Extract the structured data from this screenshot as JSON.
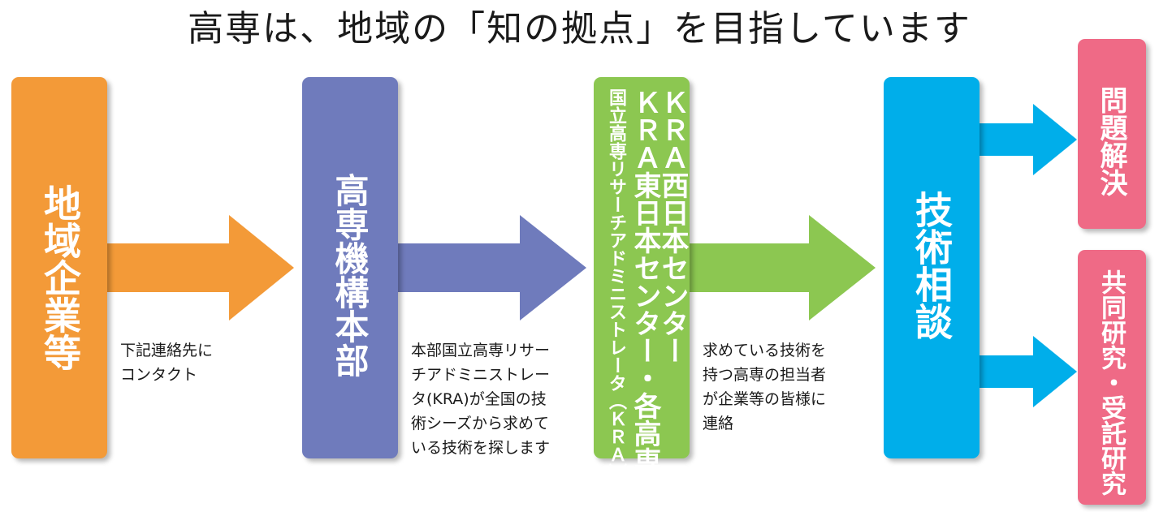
{
  "title": "高専は、地域の「知の拠点」を目指しています",
  "colors": {
    "orange": "#f39a38",
    "purple": "#6f7bbc",
    "green": "#8cc751",
    "cyan": "#00aeea",
    "pink": "#ef6a86"
  },
  "steps": [
    {
      "label": "地域企業等"
    },
    {
      "label": "高専機構本部"
    },
    {
      "label_main_1": "ＫＲＡ西日本センター",
      "label_main_2": "ＫＲＡ東日本センター・各高専",
      "label_sub": "国立高専リサーチアドミニストレータ（ＫＲＡ）"
    },
    {
      "label": "技術相談"
    }
  ],
  "outcomes": [
    {
      "label": "問題解決"
    },
    {
      "label": "共同研究・受託研究"
    }
  ],
  "notes": [
    {
      "text": "下記連絡先に\nコンタクト"
    },
    {
      "text": "本部国立高専リサー\nチアドミニストレー\nタ(KRA)が全国の技\n術シーズから求めて\nいる技術を探します"
    },
    {
      "text": "求めている技術を\n持つ高専の担当者\nが企業等の皆様に\n連絡"
    }
  ]
}
